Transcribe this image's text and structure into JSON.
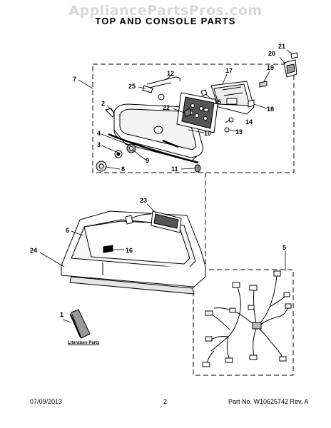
{
  "watermark": "AppliancePartsPros.com",
  "title": "TOP AND CONSOLE PARTS",
  "literature_label": "Literature Parts",
  "footer": {
    "date": "07/09/2013",
    "page": "2",
    "part_no": "Part No.  W10625742  Rev. A"
  },
  "callouts": [
    "1",
    "2",
    "3",
    "4",
    "5",
    "6",
    "7",
    "8",
    "9",
    "10",
    "11",
    "12",
    "13",
    "14",
    "15",
    "16",
    "17",
    "18",
    "19",
    "20",
    "21",
    "22",
    "23",
    "24",
    "25"
  ]
}
